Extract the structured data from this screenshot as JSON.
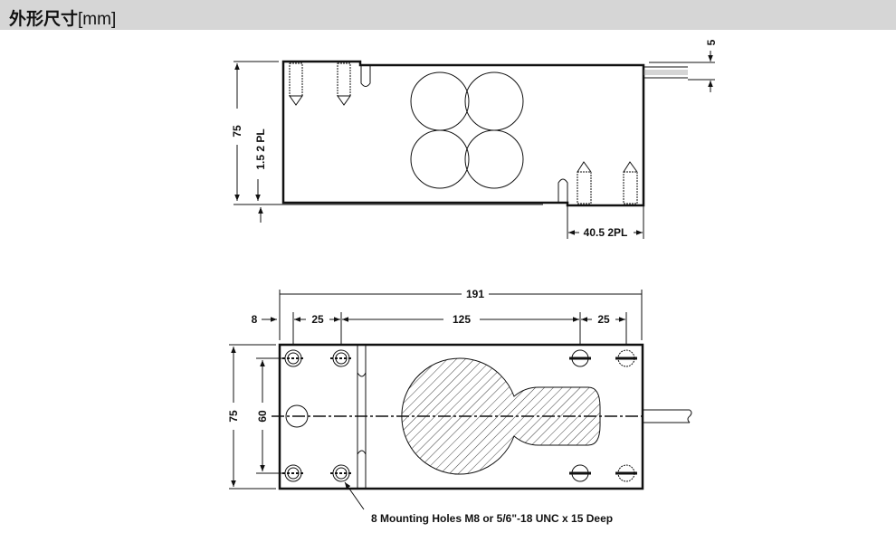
{
  "header": {
    "title_zh": "外形尺寸",
    "title_unit": "[mm]"
  },
  "side_view": {
    "dim_height": "75",
    "dim_step": "1.5  2 PL",
    "dim_cable": "5",
    "dim_foot": "40.5 2PL"
  },
  "top_view": {
    "dim_length": "191",
    "dim_offset": "8",
    "dim_pitch_left": "25",
    "dim_center": "125",
    "dim_pitch_right": "25",
    "dim_width": "75",
    "dim_hole_spacing": "60",
    "note": "8 Mounting Holes M8 or 5/6\"-18 UNC x 15 Deep"
  }
}
